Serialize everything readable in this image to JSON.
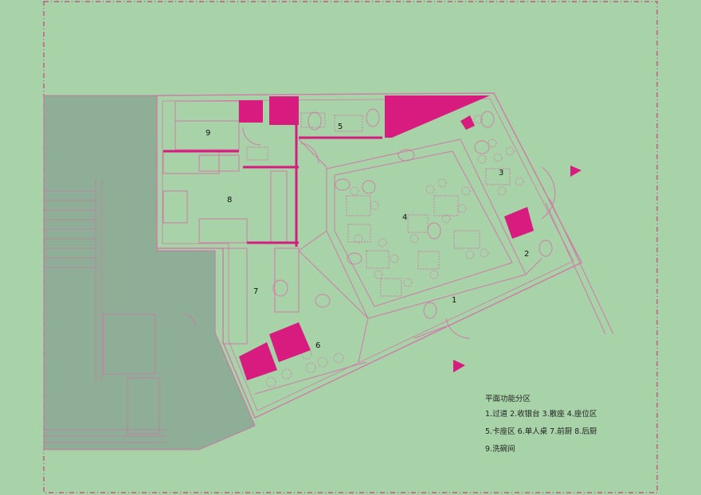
{
  "rooms": [
    {
      "num": "1"
    },
    {
      "num": "2"
    },
    {
      "num": "3"
    },
    {
      "num": "4"
    },
    {
      "num": "5"
    },
    {
      "num": "6"
    },
    {
      "num": "7"
    },
    {
      "num": "8"
    },
    {
      "num": "9"
    }
  ],
  "legend": {
    "title": "平面功能分区",
    "line1": "1.过道  2.收银台  3.散座  4.座位区",
    "line2": "5.卡座区  6.单人桌  7.前厨  8.后厨",
    "line3": "9.洗碗间"
  },
  "colors": {
    "background": "#a8d3a8",
    "accent": "#d81b7e",
    "walls": "#d07aa8",
    "neighbor_block": "#8fae98",
    "border": "#c2447a"
  },
  "icons": [
    "entrance-arrow-icon",
    "entrance-arrow-icon"
  ]
}
